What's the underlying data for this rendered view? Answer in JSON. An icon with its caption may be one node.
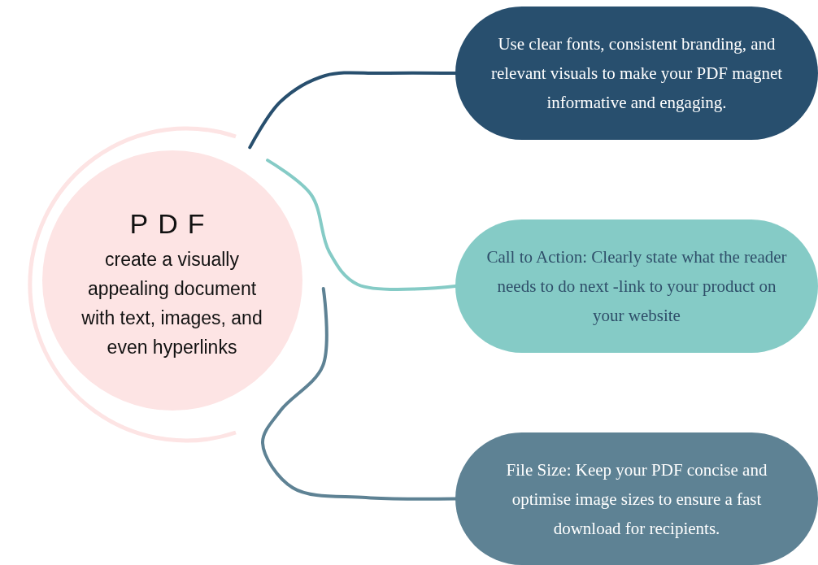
{
  "diagram": {
    "nodes": [
      {
        "text": [
          "PDF",
          "create a visually appealing document with text, images, and even hyperlinks"
        ]
      },
      {
        "text": [
          "Use clear fonts, consistent branding, and relevant visuals to make your PDF magnet informative and engaging."
        ]
      },
      {
        "text": [
          "Call to Action: Clearly state what the reader needs to do next -link to your product on your website"
        ]
      },
      {
        "text": [
          "File Size: Keep your PDF concise and optimise image sizes to ensure a fast download for recipients."
        ]
      }
    ],
    "edges": [
      {
        "from": 0,
        "to": 1,
        "arrow": "none",
        "color": "#284f6e"
      },
      {
        "from": 0,
        "to": 2,
        "arrow": "none",
        "color": "#85cbc6"
      },
      {
        "from": 0,
        "to": 3,
        "arrow": "none",
        "color": "#5e8294"
      }
    ]
  }
}
